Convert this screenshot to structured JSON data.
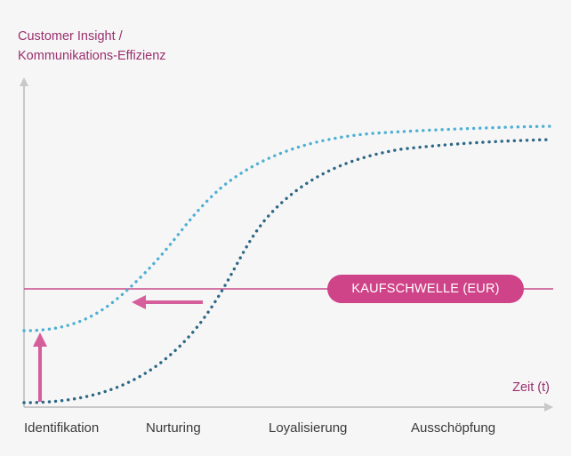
{
  "y_axis_title": [
    "Customer Insight /",
    "Kommunikations-Effizienz"
  ],
  "x_axis_unit": "Zeit (t)",
  "phases": [
    "Identifikation",
    "Nurturing",
    "Loyalisierung",
    "Ausschöpfung"
  ],
  "threshold": {
    "label": "KAUFSCHWELLE (EUR)",
    "color": "#c94d8c",
    "badge_color": "#cf4388"
  },
  "curves": {
    "upper": {
      "color": "#4fb0d3",
      "description_color": "light-blue"
    },
    "lower": {
      "color": "#2d6786",
      "description_color": "dark-teal"
    }
  },
  "colors": {
    "axis": "#c8c8c8",
    "accent": "#9b2f6e",
    "arrow": "#d55f9b",
    "background": "#f6f6f6"
  }
}
